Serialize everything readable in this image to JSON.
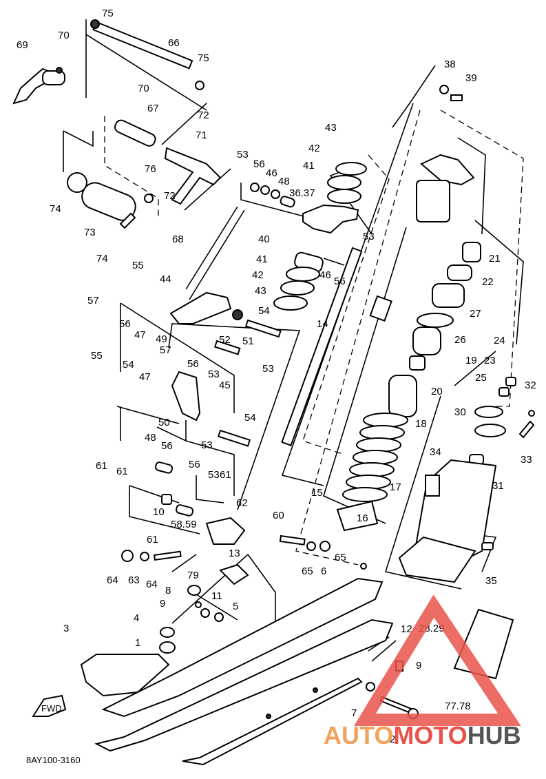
{
  "diagram": {
    "code": "8AY100-3160",
    "fwd_label": "FWD",
    "callouts": [
      "75",
      "70",
      "66",
      "75",
      "69",
      "70",
      "72",
      "71",
      "67",
      "76",
      "72",
      "74",
      "73",
      "68",
      "74",
      "53",
      "56",
      "46",
      "48",
      "36.37",
      "43",
      "42",
      "41",
      "40",
      "41",
      "42",
      "43",
      "53",
      "46",
      "56",
      "38",
      "39",
      "21",
      "22",
      "27",
      "26",
      "19",
      "20",
      "18",
      "14",
      "15",
      "17",
      "16",
      "24",
      "23",
      "25",
      "32",
      "30",
      "33",
      "34",
      "31",
      "35",
      "28.29",
      "77.78",
      "55",
      "44",
      "57",
      "54",
      "52",
      "51",
      "53",
      "56",
      "47",
      "49",
      "57",
      "55",
      "54",
      "47",
      "56",
      "53",
      "45",
      "50",
      "54",
      "53",
      "61",
      "48",
      "56",
      "61",
      "56",
      "53",
      "61",
      "10",
      "58.59",
      "62",
      "60",
      "61",
      "13",
      "65",
      "64",
      "63",
      "64",
      "65",
      "6",
      "79",
      "8",
      "11",
      "9",
      "5",
      "4",
      "1",
      "3",
      "12",
      "9",
      "7",
      "2"
    ]
  },
  "watermark": {
    "part1": "AUTO",
    "part2": "MOTO",
    "part3": "HUB"
  }
}
